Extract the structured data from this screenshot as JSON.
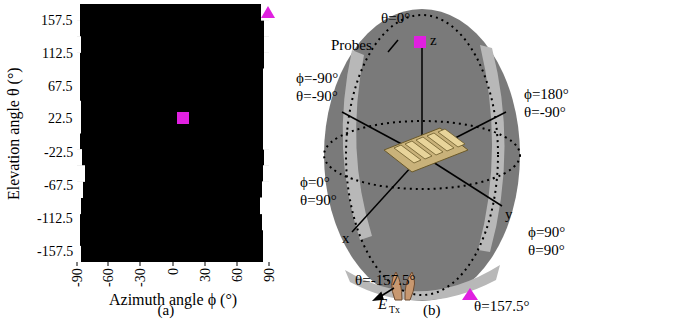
{
  "diagram": {
    "labels": [
      "157.5",
      "112.5",
      "67.5",
      "22.5",
      "-22.5",
      "-67.5",
      "-112.5",
      "-157.5",
      "Elevation angle θ (°)",
      "-90",
      "-60",
      "-30",
      "0",
      "30",
      "60",
      "90",
      "Azimuth angle ϕ (°)",
      "(a)",
      "θ=0°",
      "Probes",
      "z",
      "ϕ=-90°",
      "θ=-90°",
      "ϕ=180°",
      "θ=-90°",
      "ϕ=0°",
      "θ=90°",
      "ϕ=90°",
      "θ=90°",
      "x",
      "y",
      "θ=-157.5°",
      "E",
      "Tx",
      "θ=157.5°",
      "(b)"
    ]
  }
}
